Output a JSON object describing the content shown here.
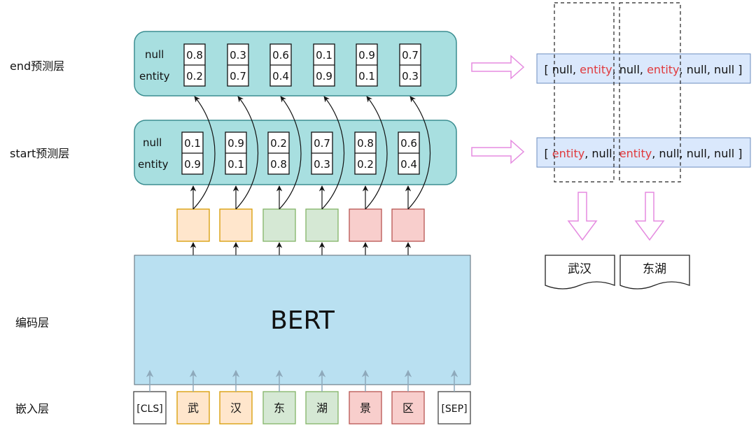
{
  "layer_labels": {
    "end": "end预测层",
    "start": "start预测层",
    "encoder": "编码层",
    "embedding": "嵌入层"
  },
  "encoder": {
    "label": "BERT"
  },
  "row_labels": {
    "null": "null",
    "entity": "entity"
  },
  "end_probs": [
    {
      "null": "0.8",
      "entity": "0.2"
    },
    {
      "null": "0.3",
      "entity": "0.7"
    },
    {
      "null": "0.6",
      "entity": "0.4"
    },
    {
      "null": "0.1",
      "entity": "0.9"
    },
    {
      "null": "0.9",
      "entity": "0.1"
    },
    {
      "null": "0.7",
      "entity": "0.3"
    }
  ],
  "start_probs": [
    {
      "null": "0.1",
      "entity": "0.9"
    },
    {
      "null": "0.9",
      "entity": "0.1"
    },
    {
      "null": "0.2",
      "entity": "0.8"
    },
    {
      "null": "0.7",
      "entity": "0.3"
    },
    {
      "null": "0.8",
      "entity": "0.2"
    },
    {
      "null": "0.6",
      "entity": "0.4"
    }
  ],
  "tokens": [
    {
      "text": "[CLS]",
      "group": "special"
    },
    {
      "text": "武",
      "group": "orange"
    },
    {
      "text": "汉",
      "group": "orange"
    },
    {
      "text": "东",
      "group": "green"
    },
    {
      "text": "湖",
      "group": "green"
    },
    {
      "text": "景",
      "group": "red"
    },
    {
      "text": "区",
      "group": "red"
    },
    {
      "text": "[SEP]",
      "group": "special"
    }
  ],
  "hidden_groups": [
    "orange",
    "orange",
    "green",
    "green",
    "red",
    "red"
  ],
  "end_sequence": [
    {
      "text": "[ ",
      "highlight": false
    },
    {
      "text": "null, ",
      "highlight": false
    },
    {
      "text": "entity",
      "highlight": true
    },
    {
      "text": ", null, ",
      "highlight": false
    },
    {
      "text": "entity",
      "highlight": true
    },
    {
      "text": ", null, null ]",
      "highlight": false
    }
  ],
  "start_sequence": [
    {
      "text": "[ ",
      "highlight": false
    },
    {
      "text": "entity",
      "highlight": true
    },
    {
      "text": ", null, ",
      "highlight": false
    },
    {
      "text": "entity",
      "highlight": true
    },
    {
      "text": ", null, null, null ]",
      "highlight": false
    }
  ],
  "outputs": [
    "武汉",
    "东湖"
  ],
  "colors": {
    "pred_layer_fill": "#a8dfe0",
    "pred_layer_stroke": "#3b8e91",
    "bert_fill": "#b9e0f1",
    "bert_stroke": "#5b6a74",
    "seq_fill": "#dae8fc",
    "seq_stroke": "#6c8ebf",
    "highlight_text": "#e0393c",
    "pink_arrow": "#e58be0",
    "embed_arrow": "#8ea9bb",
    "orange_fill": "#ffe6cc",
    "orange_stroke": "#d79b00",
    "green_fill": "#d5e8d4",
    "green_stroke": "#82b366",
    "red_fill": "#f8cecc",
    "red_stroke": "#b85450",
    "special_fill": "#ffffff",
    "special_stroke": "#444444"
  }
}
